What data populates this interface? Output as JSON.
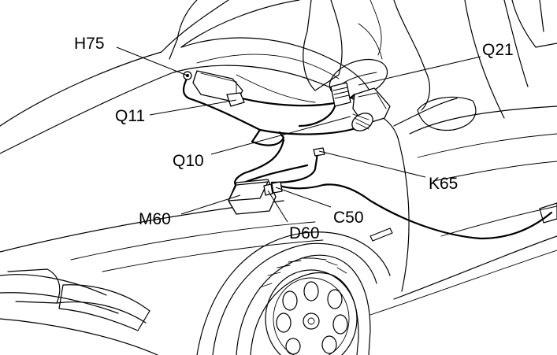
{
  "labels": {
    "h75": "H75",
    "q21": "Q21",
    "q11": "Q11",
    "q10": "Q10",
    "k65": "K65",
    "m60": "M60",
    "c50": "C50",
    "d60": "D60"
  },
  "colors": {
    "line": "#000000",
    "background": "#ffffff"
  }
}
